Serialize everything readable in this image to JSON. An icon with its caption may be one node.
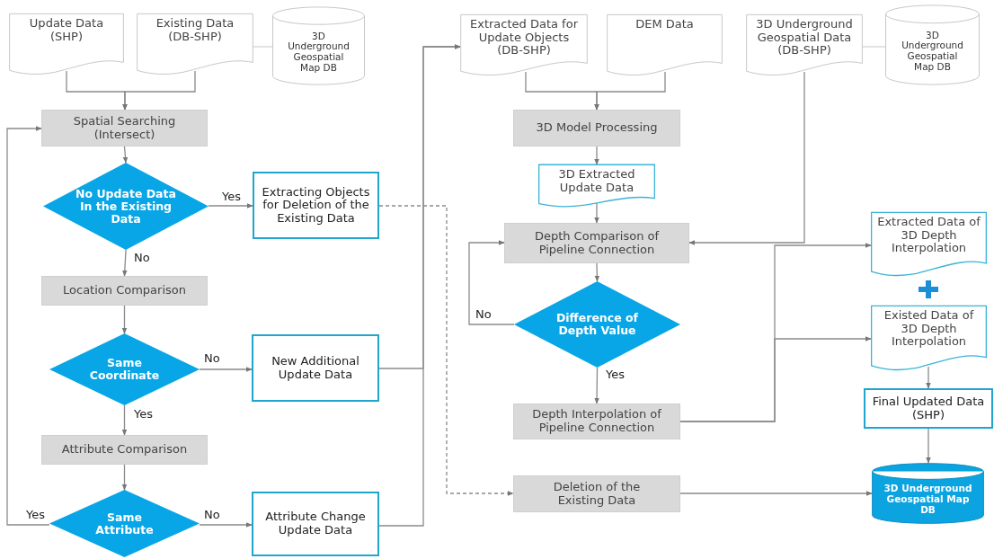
{
  "diagram": {
    "nodes": [
      {
        "text": [
          "Update Data (SHP)"
        ]
      },
      {
        "text": [
          "Existing Data (DB-SHP)"
        ]
      },
      {
        "text": [
          "3D Underground Geospatial Map DB"
        ]
      },
      {
        "text": [
          "Spatial Searching (Intersect)"
        ]
      },
      {
        "text": [
          "No Update Data In the Existing Data"
        ]
      },
      {
        "text": [
          "Extracting Objects for Deletion of the Existing Data"
        ]
      },
      {
        "text": [
          "Location Comparison"
        ]
      },
      {
        "text": [
          "Same Coordinate"
        ]
      },
      {
        "text": [
          "New Additional Update Data"
        ]
      },
      {
        "text": [
          "Attribute Comparison"
        ]
      },
      {
        "text": [
          "Same Attribute"
        ]
      },
      {
        "text": [
          "Attribute Change Update Data"
        ]
      },
      {
        "text": [
          "Extracted Data for Update Objects (DB-SHP)"
        ]
      },
      {
        "text": [
          "DEM Data"
        ]
      },
      {
        "text": [
          "3D Model Processing"
        ]
      },
      {
        "text": [
          "3D Extracted Update Data"
        ]
      },
      {
        "text": [
          "Depth Comparison of Pipeline Connection"
        ]
      },
      {
        "text": [
          "Difference of Depth Value"
        ]
      },
      {
        "text": [
          "Depth Interpolation of Pipeline Connection"
        ]
      },
      {
        "text": [
          "Deletion of the Existing Data"
        ]
      },
      {
        "text": [
          "3D Underground Geospatial Data (DB-SHP)"
        ]
      },
      {
        "text": [
          "3D Underground Geospatial Map DB"
        ]
      },
      {
        "text": [
          "Extracted Data of 3D Depth Interpolation"
        ]
      },
      {
        "text": [
          "Existed Data of 3D Depth Interpolation"
        ]
      },
      {
        "text": [
          "Final Updated Data (SHP)"
        ]
      },
      {
        "text": [
          "3D Underground Geospatial Map DB"
        ]
      }
    ],
    "edges": [
      {
        "from": 0,
        "to": 3,
        "arrow": "to"
      },
      {
        "from": 1,
        "to": 3,
        "arrow": "to"
      },
      {
        "from": 1,
        "to": 2,
        "arrow": "none"
      },
      {
        "from": 3,
        "to": 4,
        "arrow": "to"
      },
      {
        "from": 4,
        "to": 5,
        "arrow": "to",
        "label": "Yes"
      },
      {
        "from": 4,
        "to": 6,
        "arrow": "to",
        "label": "No"
      },
      {
        "from": 5,
        "to": 19,
        "arrow": "to",
        "style": "dashed"
      },
      {
        "from": 6,
        "to": 7,
        "arrow": "to"
      },
      {
        "from": 7,
        "to": 8,
        "arrow": "to",
        "label": "No"
      },
      {
        "from": 7,
        "to": 9,
        "arrow": "to",
        "label": "Yes"
      },
      {
        "from": 9,
        "to": 10,
        "arrow": "to"
      },
      {
        "from": 10,
        "to": 11,
        "arrow": "to",
        "label": "No"
      },
      {
        "from": 10,
        "to": 3,
        "arrow": "to",
        "label": "Yes"
      },
      {
        "from": 8,
        "to": 12,
        "arrow": "to"
      },
      {
        "from": 11,
        "to": 12,
        "arrow": "to"
      },
      {
        "from": 12,
        "to": 14,
        "arrow": "to"
      },
      {
        "from": 13,
        "to": 14,
        "arrow": "to"
      },
      {
        "from": 14,
        "to": 15,
        "arrow": "to"
      },
      {
        "from": 15,
        "to": 16,
        "arrow": "to"
      },
      {
        "from": 16,
        "to": 17,
        "arrow": "to"
      },
      {
        "from": 17,
        "to": 16,
        "arrow": "to",
        "label": "No"
      },
      {
        "from": 17,
        "to": 18,
        "arrow": "to",
        "label": "Yes"
      },
      {
        "from": 18,
        "to": 22,
        "arrow": "to"
      },
      {
        "from": 18,
        "to": 23,
        "arrow": "to"
      },
      {
        "from": 20,
        "to": 16,
        "arrow": "to"
      },
      {
        "from": 20,
        "to": 21,
        "arrow": "none"
      },
      {
        "from": 23,
        "to": 24,
        "arrow": "to"
      },
      {
        "from": 24,
        "to": 25,
        "arrow": "to"
      },
      {
        "from": 19,
        "to": 25,
        "arrow": "to"
      }
    ]
  }
}
